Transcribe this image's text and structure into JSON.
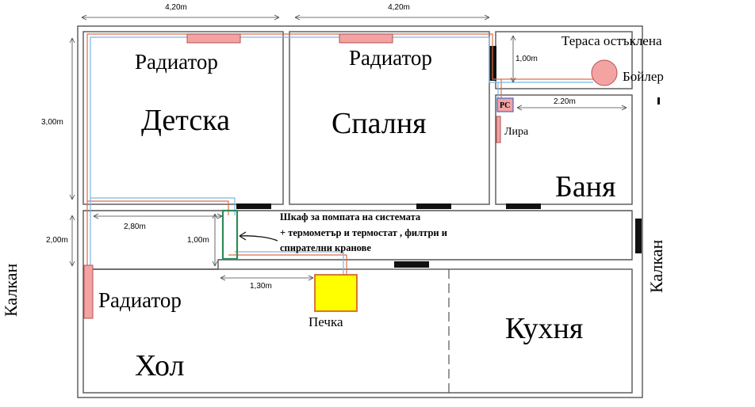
{
  "rooms": {
    "children": "Детска",
    "bedroom": "Спалня",
    "bathroom": "Баня",
    "living": "Хол",
    "kitchen": "Кухня",
    "terrace": "Тераса остъклена"
  },
  "fixtures": {
    "radiator": "Радиатор",
    "stove": "Печка",
    "boiler": "Бойлер",
    "towel_rail": "Лира",
    "pc": "PC"
  },
  "cabinet_note": {
    "line1": "Шкаф за помпата на системата",
    "line2": "+ термометър и термостат , филтри и",
    "line3": "спирателни кранове"
  },
  "dimensions": {
    "top_left": "4,20m",
    "top_right": "4,20m",
    "left_height": "3,00m",
    "left_lower": "2,00m",
    "corridor_width": "2,80m",
    "corridor_height": "1,00m",
    "stove_offset": "1,30m",
    "terrace_depth": "1,00m",
    "bath_width": "2.20m"
  },
  "side_labels": {
    "left": "Калкан",
    "right": "Калкан"
  },
  "colors": {
    "radiator": "#f4a3a3",
    "stove": "#ffff00",
    "pipe_hot": "#e26c4b",
    "pipe_cold": "#79b6e4",
    "cabinet": "#2e8b57"
  }
}
